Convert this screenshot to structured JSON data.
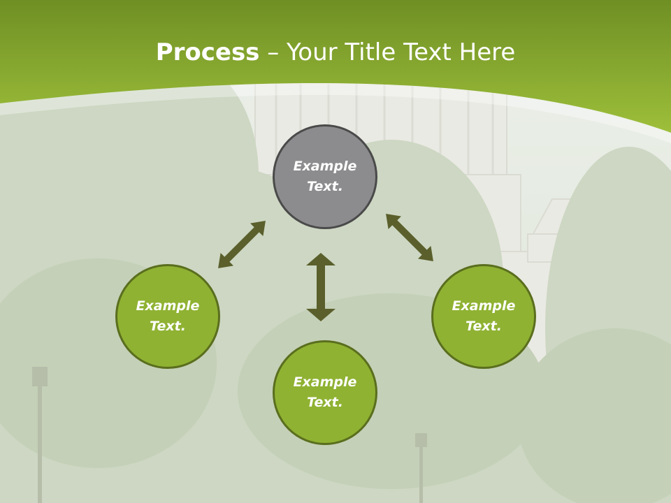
{
  "slide": {
    "title_bold": "Process",
    "title_rest": " – Your Title Text Here"
  },
  "colors": {
    "header_green": "#8fb532",
    "accent_green": "#8fb232",
    "node_gray": "#8c8c8e",
    "node_gray_border": "#4a4a4a",
    "node_green_border": "#5a6e1e",
    "arrow": "#5a5f2c"
  },
  "nodes": {
    "top": {
      "label": "Example\nText."
    },
    "left": {
      "label": "Example\nText."
    },
    "right": {
      "label": "Example\nText."
    },
    "bottom": {
      "label": "Example\nText."
    }
  }
}
